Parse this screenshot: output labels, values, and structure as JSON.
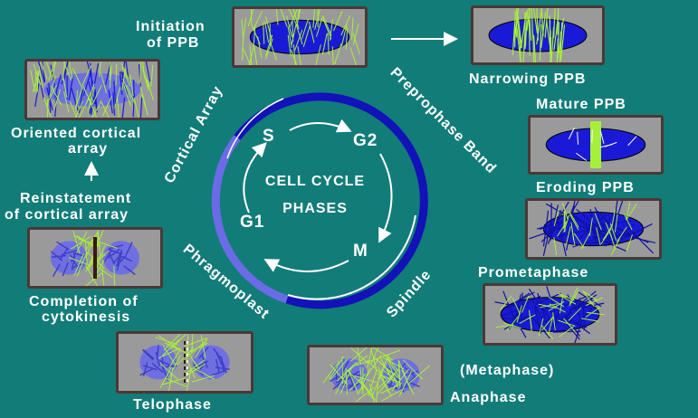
{
  "colors": {
    "background": "#127c78",
    "panel": "#9a9a9a",
    "panel_border": "#4a3836",
    "nucleus_dark": "#1a1ad6",
    "nucleus_light": "#6f6fe0",
    "microtubule": "#a6f03c",
    "ring_light": "#6b6be6",
    "ring_dark": "#1212b8"
  },
  "center": {
    "title_line1": "CELL CYCLE",
    "title_line2": "PHASES",
    "phases": {
      "s": "S",
      "g2": "G2",
      "m": "M",
      "g1": "G1"
    }
  },
  "arc_labels": {
    "cortical": "Cortical Array",
    "preprophase": "Preprophase Band",
    "spindle": "Spindle",
    "phragmoplast": "Phragmoplast"
  },
  "stages": {
    "initiation": {
      "line1": "Initiation",
      "line2": "of PPB"
    },
    "narrowing": "Narrowing PPB",
    "mature": "Mature PPB",
    "eroding": "Eroding PPB",
    "prometaphase": "Prometaphase",
    "metaphase": "(Metaphase)",
    "anaphase": "Anaphase",
    "telophase": "Telophase",
    "completion": {
      "line1": "Completion of",
      "line2": "cytokinesis"
    },
    "reinstatement": {
      "line1": "Reinstatement",
      "line2": "of cortical array"
    },
    "oriented": {
      "line1": "Oriented cortical",
      "line2": "array"
    }
  }
}
